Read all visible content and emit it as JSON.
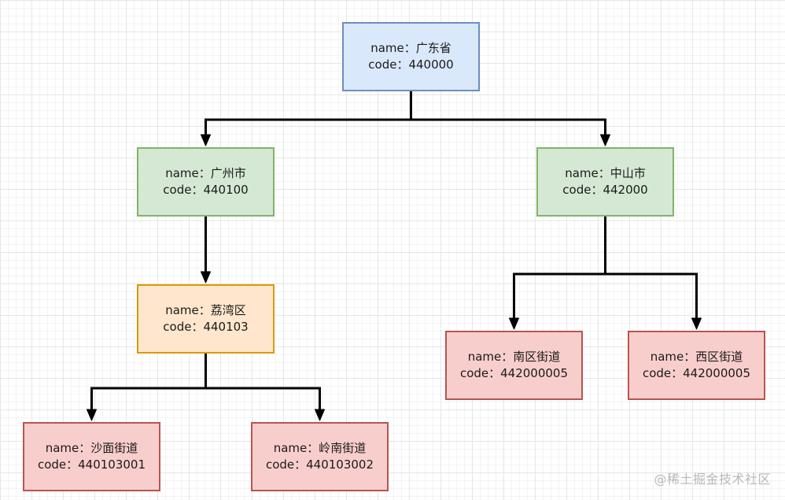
{
  "nodes": {
    "guangdong": {
      "name_line": "name：广东省",
      "code_line": "code：440000"
    },
    "guangzhou": {
      "name_line": "name：广州市",
      "code_line": "code：440100"
    },
    "zhongshan": {
      "name_line": "name：中山市",
      "code_line": "code：442000"
    },
    "liwan": {
      "name_line": "name：荔湾区",
      "code_line": "code：440103"
    },
    "nanqu": {
      "name_line": "name：南区街道",
      "code_line": "code：442000005"
    },
    "xiqu": {
      "name_line": "name：西区街道",
      "code_line": "code：442000005"
    },
    "shamian": {
      "name_line": "name：沙面街道",
      "code_line": "code：440103001"
    },
    "lingnan": {
      "name_line": "name：岭南街道",
      "code_line": "code：440103002"
    }
  },
  "edges": [
    {
      "from": "guangdong",
      "to": "guangzhou"
    },
    {
      "from": "guangdong",
      "to": "zhongshan"
    },
    {
      "from": "guangzhou",
      "to": "liwan"
    },
    {
      "from": "liwan",
      "to": "shamian"
    },
    {
      "from": "liwan",
      "to": "lingnan"
    },
    {
      "from": "zhongshan",
      "to": "nanqu"
    },
    {
      "from": "zhongshan",
      "to": "xiqu"
    }
  ],
  "watermark": "@稀土掘金技术社区",
  "colors": {
    "province_fill": "#dae8fc",
    "city_fill": "#d5e8d4",
    "district_fill": "#ffe6cc",
    "street_fill": "#f8cecc",
    "connector": "#000000"
  }
}
